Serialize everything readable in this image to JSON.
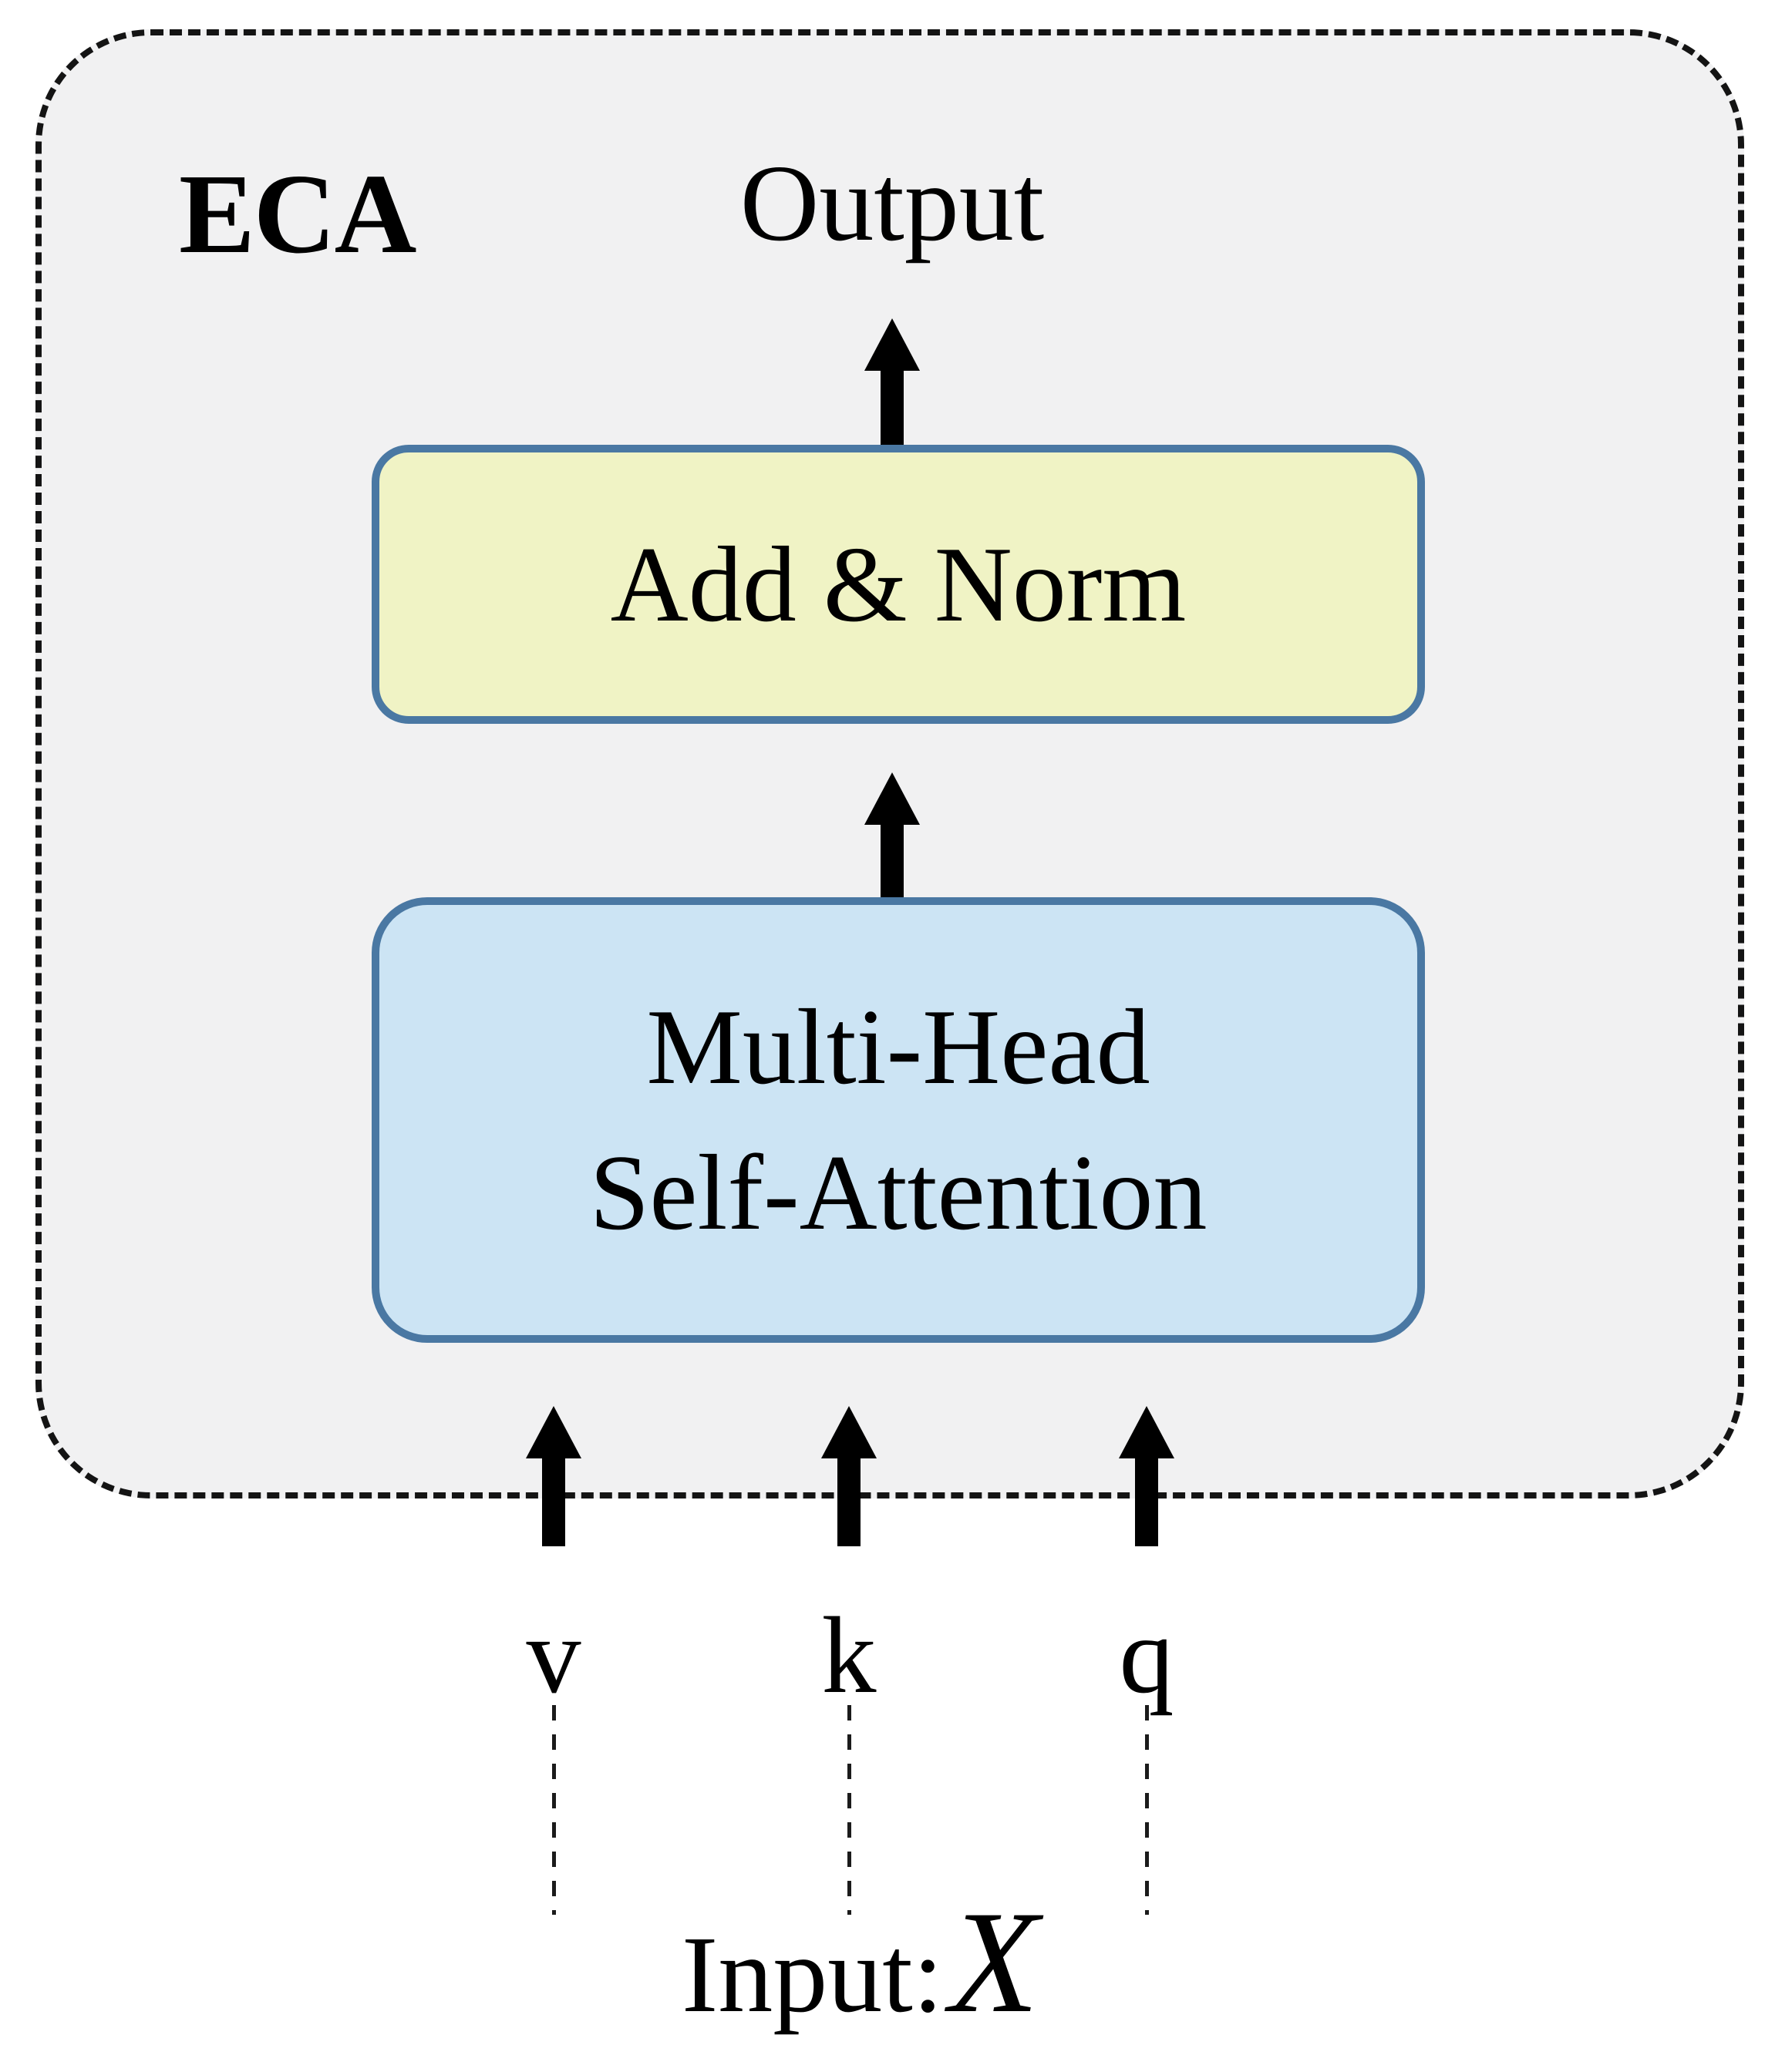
{
  "figure": {
    "module_label": "ECA",
    "output_label": "Output",
    "blocks": {
      "add_norm": {
        "label": "Add & Norm"
      },
      "mhsa": {
        "label_line1": "Multi-Head",
        "label_line2": "Self-Attention"
      }
    },
    "head_labels": [
      "v",
      "k",
      "q"
    ],
    "input_caption": {
      "label": "Input:",
      "symbol": "X"
    },
    "colors": {
      "container_fill": "#f1f1f2",
      "container_border": "#141414",
      "add_norm_fill": "#f0f3c5",
      "mhsa_fill": "#cce4f4",
      "block_border": "#4a78a3",
      "arrow": "#000000",
      "text": "#000000",
      "page_background": "#ffffff"
    }
  }
}
